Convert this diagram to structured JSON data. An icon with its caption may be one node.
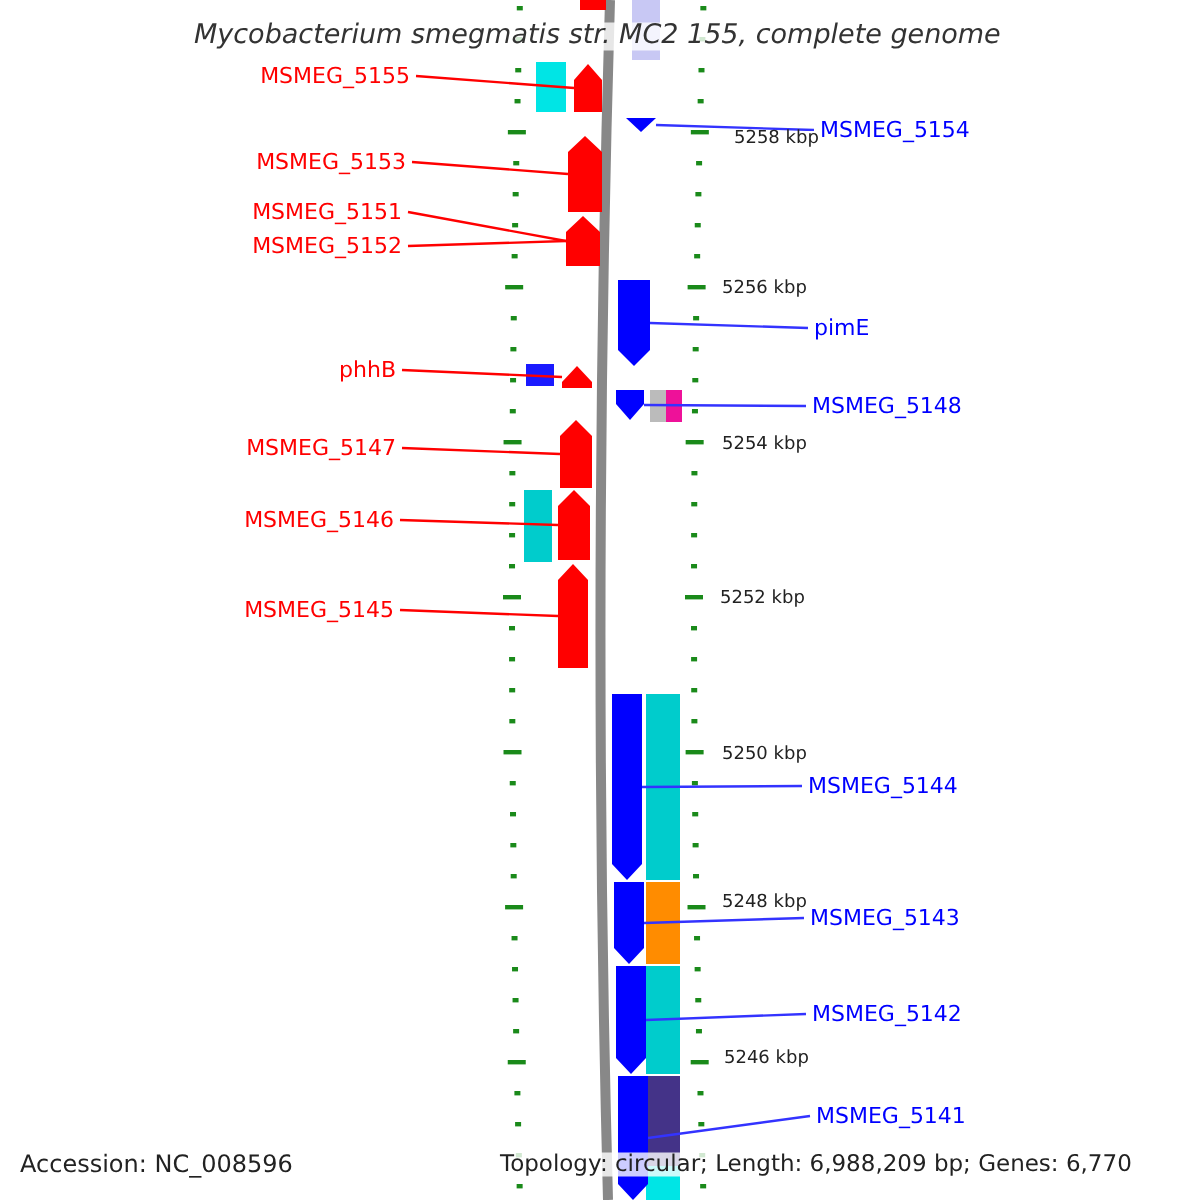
{
  "diagram": {
    "title": "Mycobacterium smegmatis str. MC2 155, complete genome",
    "nodes": [
      {
        "text": [
          "MSMEG_5155"
        ]
      },
      {
        "text": [
          "MSMEG_5154"
        ]
      },
      {
        "text": [
          "MSMEG_5153"
        ]
      },
      {
        "text": [
          "MSMEG_5151"
        ]
      },
      {
        "text": [
          "MSMEG_5152"
        ]
      },
      {
        "text": [
          "pimE"
        ]
      },
      {
        "text": [
          "phhB"
        ]
      },
      {
        "text": [
          "MSMEG_5148"
        ]
      },
      {
        "text": [
          "MSMEG_5147"
        ]
      },
      {
        "text": [
          "MSMEG_5146"
        ]
      },
      {
        "text": [
          "MSMEG_5145"
        ]
      },
      {
        "text": [
          "MSMEG_5144"
        ]
      },
      {
        "text": [
          "MSMEG_5143"
        ]
      },
      {
        "text": [
          "MSMEG_5142"
        ]
      },
      {
        "text": [
          "MSMEG_5141"
        ]
      },
      {
        "text": [],
        "shape": "arrow"
      },
      {
        "text": [],
        "shape": "arrow"
      },
      {
        "text": [],
        "shape": "arrow"
      },
      {
        "text": [],
        "shape": "arrow"
      },
      {
        "text": [],
        "shape": "arrow"
      },
      {
        "text": [],
        "shape": "arrow"
      },
      {
        "text": [],
        "shape": "arrow"
      },
      {
        "text": [],
        "shape": "arrow"
      },
      {
        "text": [],
        "shape": "arrow"
      },
      {
        "text": [],
        "shape": "arrow"
      },
      {
        "text": [],
        "shape": "arrow"
      },
      {
        "text": [],
        "shape": "arrow"
      },
      {
        "text": [],
        "shape": "arrow"
      },
      {
        "text": [],
        "shape": "arrow"
      }
    ],
    "edges": [
      {
        "from": 0,
        "to": 15,
        "arrow": "none"
      },
      {
        "from": 1,
        "to": 16,
        "arrow": "none",
        "color": "#3333ff"
      },
      {
        "from": 2,
        "to": 17,
        "arrow": "none"
      },
      {
        "from": 3,
        "to": 18,
        "arrow": "none"
      },
      {
        "from": 4,
        "to": 18,
        "arrow": "none"
      },
      {
        "from": 5,
        "to": 19,
        "arrow": "none",
        "color": "#3333ff"
      },
      {
        "from": 6,
        "to": 20,
        "arrow": "none"
      },
      {
        "from": 7,
        "to": 21,
        "arrow": "none",
        "color": "#3333ff"
      },
      {
        "from": 8,
        "to": 22,
        "arrow": "none"
      },
      {
        "from": 9,
        "to": 23,
        "arrow": "none"
      },
      {
        "from": 10,
        "to": 24,
        "arrow": "none"
      },
      {
        "from": 11,
        "to": 25,
        "arrow": "none",
        "color": "#3333ff"
      },
      {
        "from": 12,
        "to": 26,
        "arrow": "none",
        "color": "#3333ff"
      },
      {
        "from": 13,
        "to": 27,
        "arrow": "none",
        "color": "#3333ff"
      },
      {
        "from": 14,
        "to": 28,
        "arrow": "none",
        "color": "#3333ff"
      }
    ],
    "labels": [
      "5258 kbp",
      "5256 kbp",
      "5254 kbp",
      "5252 kbp",
      "5250 kbp",
      "5248 kbp",
      "5246 kbp",
      "Accession: NC_008596",
      "Topology: circular; Length: 6,988,209 bp; Genes: 6,770"
    ]
  }
}
